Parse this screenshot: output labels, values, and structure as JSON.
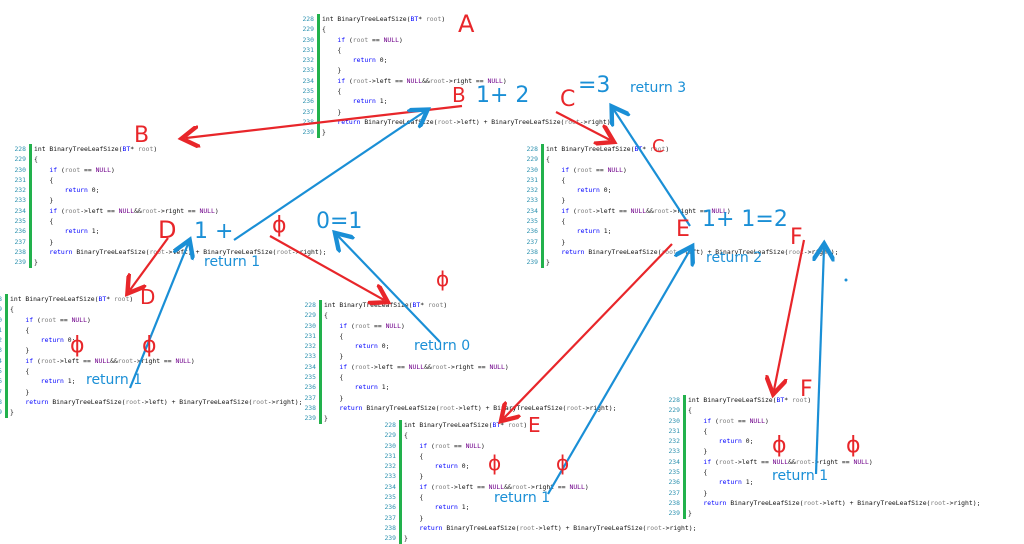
{
  "code_lines": [
    {
      "n": "228",
      "parts": [
        [
          "",
          "int "
        ],
        [
          "fn",
          "BinaryTreeLeafSize"
        ],
        [
          "",
          "("
        ],
        [
          "kw",
          "BT"
        ],
        [
          "",
          "* "
        ],
        [
          "prm",
          "root"
        ],
        [
          "",
          ")"
        ]
      ]
    },
    {
      "n": "229",
      "parts": [
        [
          "",
          "{"
        ]
      ]
    },
    {
      "n": "230",
      "parts": [
        [
          "",
          "    "
        ],
        [
          "kw",
          "if"
        ],
        [
          "",
          " ("
        ],
        [
          "prm",
          "root"
        ],
        [
          "",
          " == "
        ],
        [
          "mac",
          "NULL"
        ],
        [
          "",
          ")"
        ]
      ]
    },
    {
      "n": "231",
      "parts": [
        [
          "",
          "    {"
        ]
      ]
    },
    {
      "n": "232",
      "parts": [
        [
          "",
          "        "
        ],
        [
          "kw",
          "return"
        ],
        [
          "",
          " 0;"
        ]
      ]
    },
    {
      "n": "233",
      "parts": [
        [
          "",
          "    }"
        ]
      ]
    },
    {
      "n": "234",
      "parts": [
        [
          "",
          "    "
        ],
        [
          "kw",
          "if"
        ],
        [
          "",
          " ("
        ],
        [
          "prm",
          "root"
        ],
        [
          "",
          "->left == "
        ],
        [
          "mac",
          "NULL"
        ],
        [
          "",
          "&&"
        ],
        [
          "prm",
          "root"
        ],
        [
          "",
          "->right == "
        ],
        [
          "mac",
          "NULL"
        ],
        [
          "",
          ")"
        ]
      ]
    },
    {
      "n": "235",
      "parts": [
        [
          "",
          "    {"
        ]
      ]
    },
    {
      "n": "236",
      "parts": [
        [
          "",
          "        "
        ],
        [
          "kw",
          "return"
        ],
        [
          "",
          " 1;"
        ]
      ]
    },
    {
      "n": "237",
      "parts": [
        [
          "",
          "    }"
        ]
      ]
    },
    {
      "n": "238",
      "parts": [
        [
          "",
          "    "
        ],
        [
          "kw",
          "return"
        ],
        [
          "",
          " BinaryTreeLeafSize("
        ],
        [
          "prm",
          "root"
        ],
        [
          "",
          "->left) + BinaryTreeLeafSize("
        ],
        [
          "prm",
          "root"
        ],
        [
          "",
          "->right);"
        ]
      ]
    },
    {
      "n": "239",
      "parts": [
        [
          "",
          "}"
        ]
      ]
    }
  ],
  "red_labels": {
    "A": "A",
    "B": "B",
    "C": "C",
    "D": "D",
    "E": "E",
    "F": "F",
    "B_calc": "B",
    "E_calc": "E",
    "F_calc": "F",
    "C_calc": "C",
    "D_calc": "D",
    "null_mark": "ϕ"
  },
  "blue_labels": {
    "top_sum": "1+  2",
    "top_eq": "=3",
    "b_sum": "1  +",
    "b_eq": "0=1",
    "c_sum": "1+  1=2",
    "return_3": "return 3",
    "return_2": "return 2",
    "return_1_b": "return 1",
    "return_0": "return 0",
    "return_1_d": "return 1",
    "return_1_e": "return 1",
    "return_1_f": "return 1"
  },
  "colors": {
    "red": "#e8262a",
    "blue": "#1a8fd6",
    "green_bar": "#22b14c"
  }
}
